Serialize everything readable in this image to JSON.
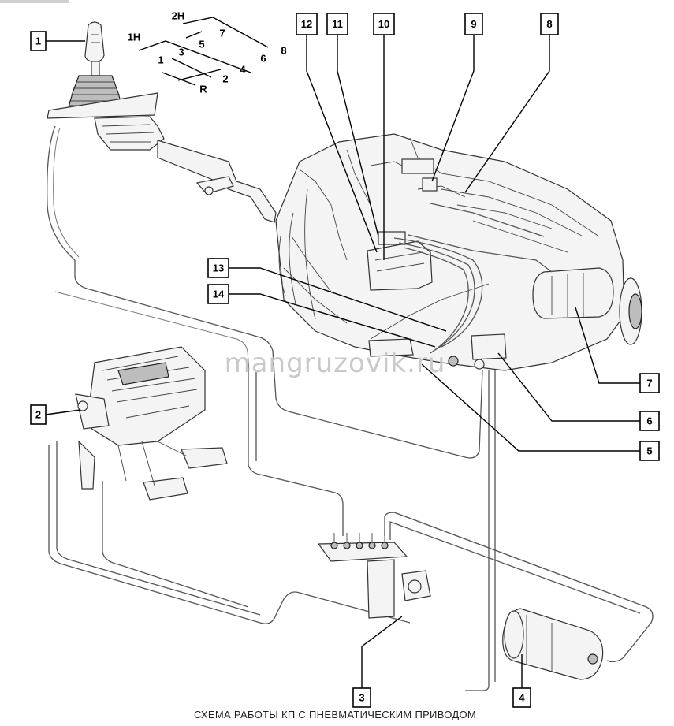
{
  "shift_pattern": {
    "range_labels": [
      "2H",
      "1H"
    ],
    "gears": [
      "7",
      "5",
      "3",
      "1",
      "8",
      "6",
      "4",
      "2",
      "R"
    ]
  },
  "callouts": [
    "1",
    "2",
    "3",
    "4",
    "5",
    "6",
    "7",
    "8",
    "9",
    "10",
    "11",
    "12",
    "13",
    "14"
  ],
  "watermark": "mangruzovik.ru",
  "caption": "СХЕМА РАБОТЫ КП С ПНЕВМАТИЧЕСКИМ ПРИВОДОМ"
}
